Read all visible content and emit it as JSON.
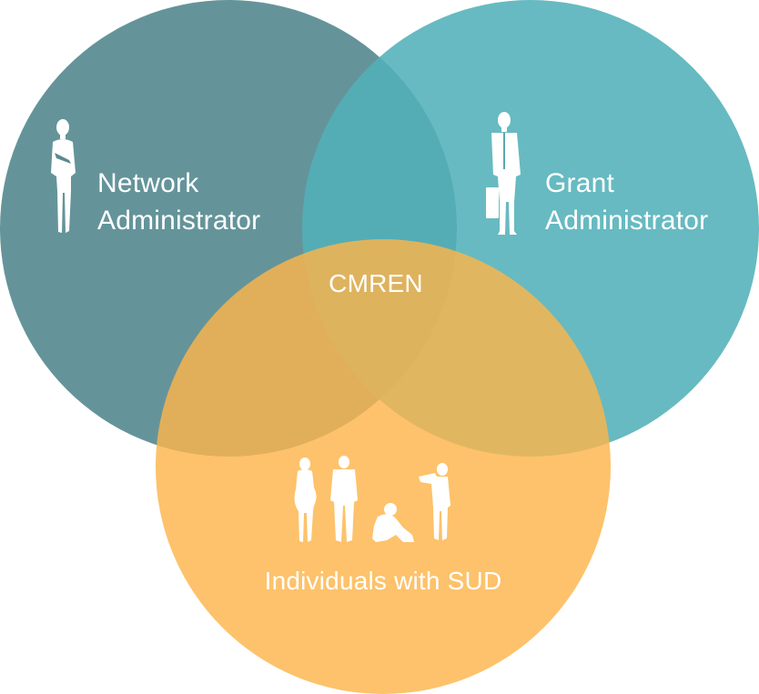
{
  "diagram": {
    "type": "venn",
    "colors": {
      "network": "#4f858c",
      "grant": "#52b0b8",
      "individuals": "#fdb44b",
      "text": "#ffffff"
    },
    "sets": [
      {
        "id": "network",
        "line1": "Network",
        "line2": "Administrator",
        "icon": "businesswoman-icon"
      },
      {
        "id": "grant",
        "line1": "Grant",
        "line2": "Administrator",
        "icon": "businessman-briefcase-icon"
      },
      {
        "id": "individuals",
        "label": "Individuals with SUD",
        "icons": [
          "pregnant-woman-icon",
          "man-standing-icon",
          "person-sitting-icon",
          "soldier-saluting-icon"
        ]
      }
    ],
    "center_label": "CMREN"
  }
}
